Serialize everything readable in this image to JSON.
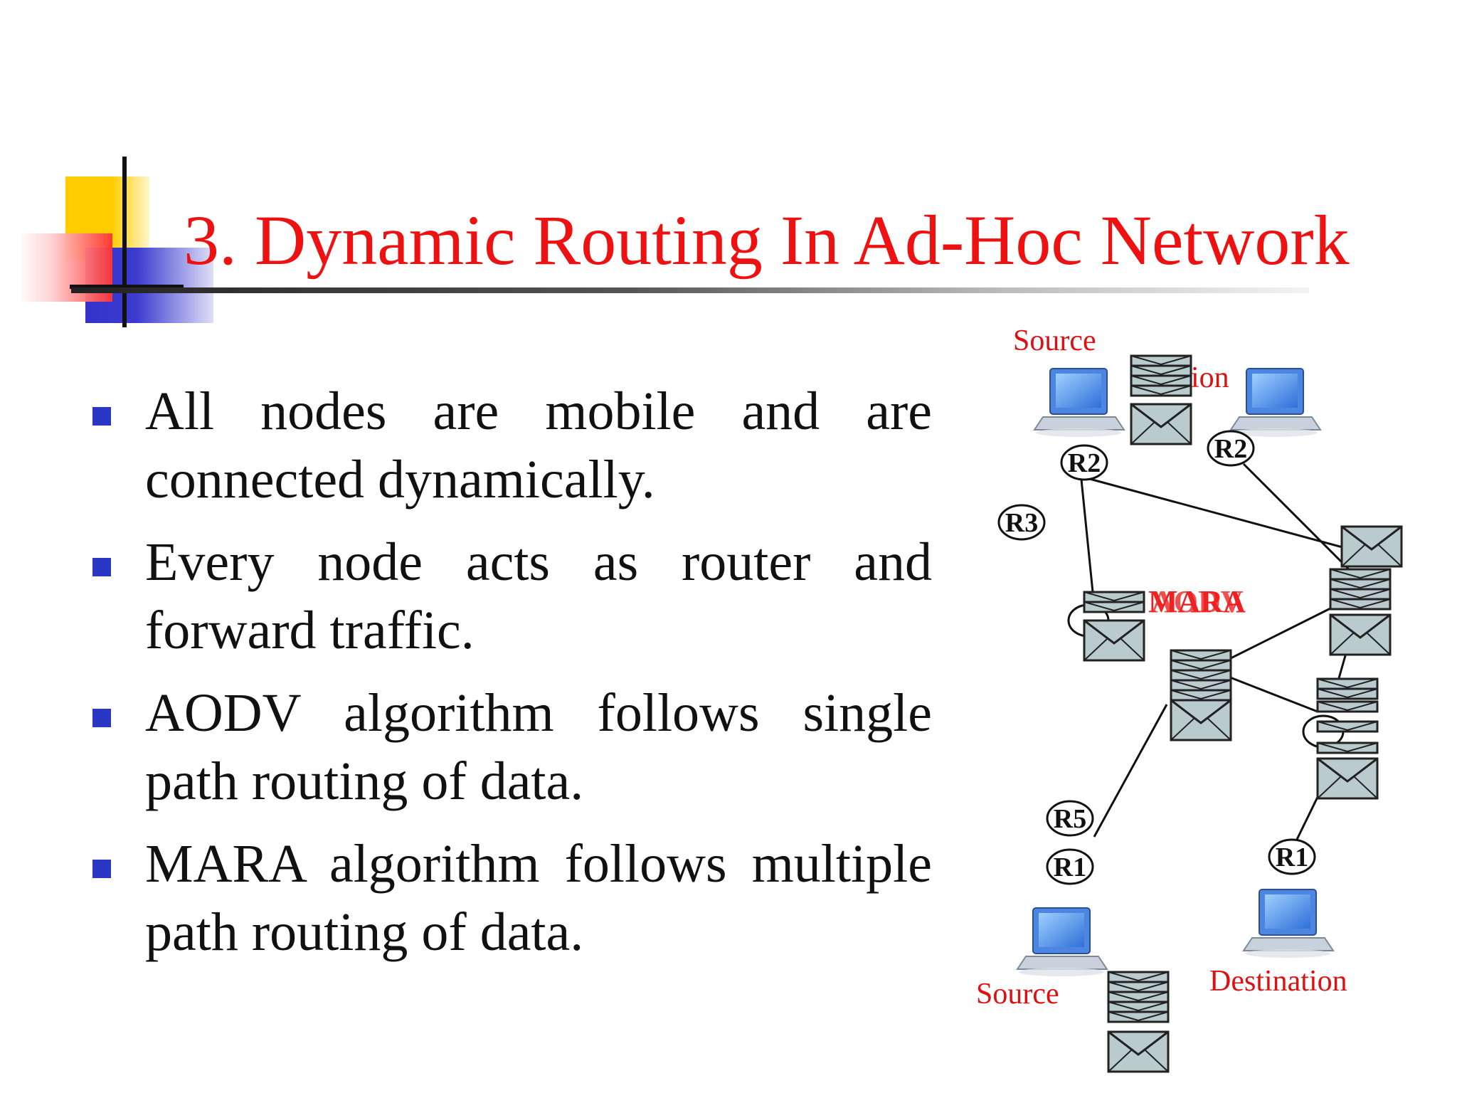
{
  "slide": {
    "title": "3. Dynamic Routing In Ad-Hoc Network",
    "bullets": [
      "All nodes are mobile and are connected dynamically.",
      "Every node acts as router and forward traffic.",
      "AODV algorithm follows single path routing of data.",
      "MARA algorithm follows multiple path routing of data."
    ]
  },
  "diagram": {
    "overlay_label": "MARA",
    "overlay_label_alt": "AODV",
    "labels": {
      "source_top": "Source",
      "destination_top_fragment": "ion",
      "source_bottom": "Source",
      "destination_bottom": "Destination"
    },
    "routers": {
      "r2_left": "R2",
      "r2_right": "R2",
      "r3": "R3",
      "r5": "R5",
      "r1_left": "R1",
      "r1_right": "R1"
    }
  },
  "colors": {
    "title": "#ee1111",
    "bullet": "#2a36c4",
    "label": "#dd1111",
    "deco_yellow": "#ffcc00",
    "deco_blue": "#3333cc",
    "deco_red": "#ff3333"
  }
}
